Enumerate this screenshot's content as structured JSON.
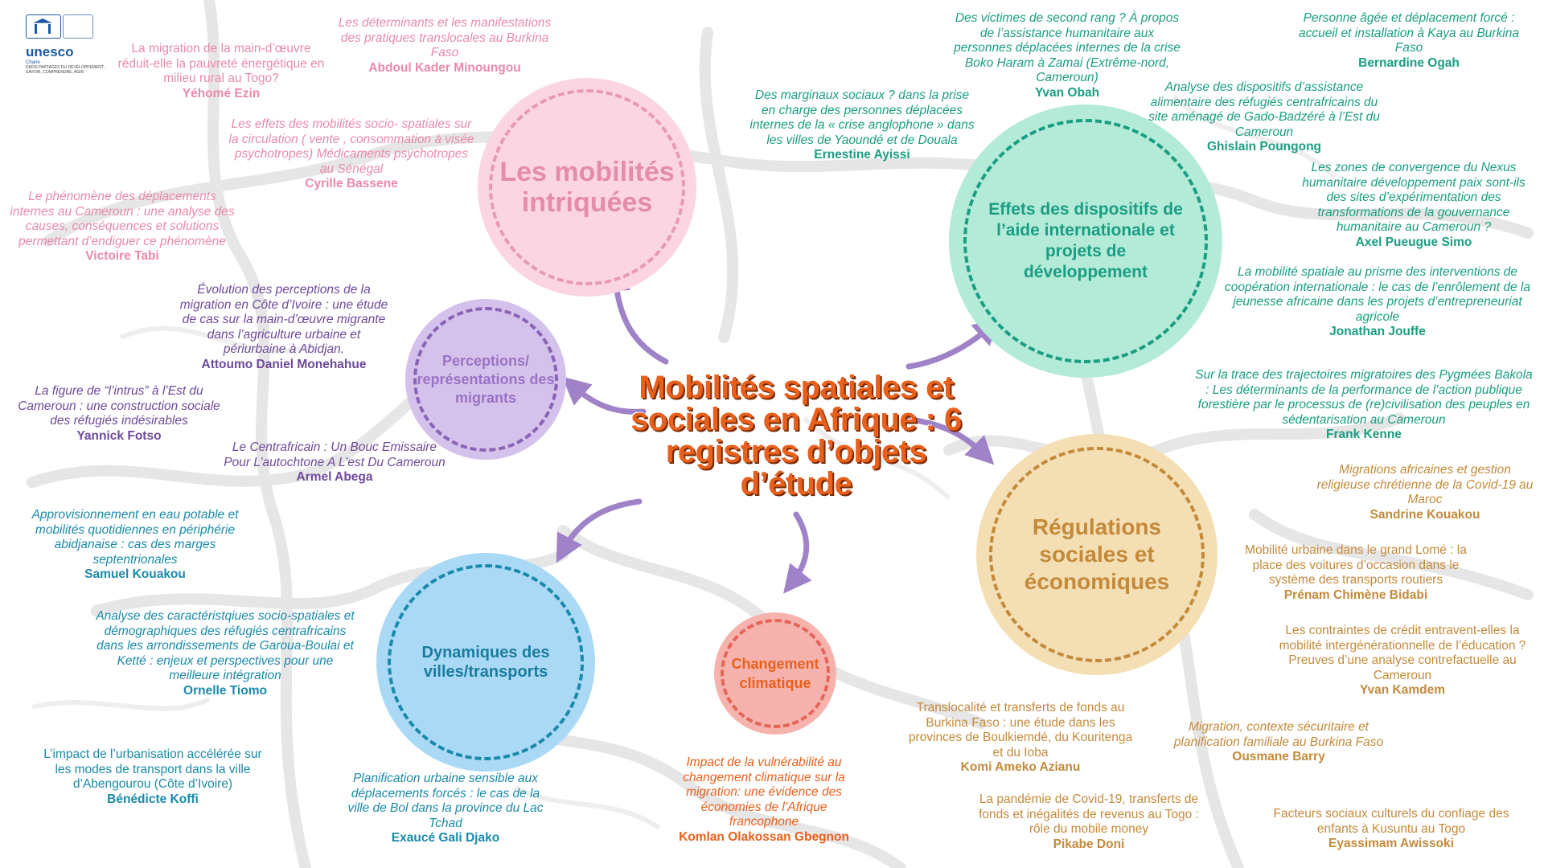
{
  "logo": {
    "org": "unesco",
    "chair": "Chaire",
    "subtitle": "DEFIS PARTAGES DU DEVELOPPEMENT : SAVOIR, COMPRENDRE, AGIR"
  },
  "title": "Mobilités spatiales et sociales en Afrique : 6 registres d’objets d’étude",
  "colors": {
    "pink": "#e98aaa",
    "purple": "#8a63b5",
    "teal": "#1a9e82",
    "blue": "#1a8aaa",
    "orange": "#e8601c",
    "tan": "#c48a3a",
    "arrow": "#9f82c8"
  },
  "themes": {
    "mobilites": "Les mobilités intriquées",
    "perceptions": "Perceptions/ représentations des migrants",
    "aide": "Effets des dispositifs de l’aide internationale et projets de développement",
    "regulations": "Régulations sociales et économiques",
    "climat": "Changement climatique",
    "villes": "Dynamiques des villes/transports"
  },
  "entries": [
    {
      "title": "La migration de la main-d’œuvre réduit-elle la pauvreté énergétique en milieu rural au Togo?",
      "author": "Yéhomé Ezin"
    },
    {
      "title": "Les déterminants et les manifestations des pratiques translocales au Burkina Faso",
      "author": "Abdoul Kader Minoungou"
    },
    {
      "title": "Les effets des mobilités socio- spatiales sur la circulation ( vente , consommation à visée psychotropes) Médicaments psychotropes au Sénégal",
      "author": "Cyrille Bassene"
    },
    {
      "title": "Le phénomène des déplacements internes au Cameroun : une analyse des causes, conséquences et solutions permettant d’endiguer ce phénomène",
      "author": "Victoire Tabi"
    },
    {
      "title": "Évolution des perceptions de la migration en Côte d’Ivoire : une étude de cas sur la main-d’œuvre migrante dans l’agriculture urbaine et périurbaine à Abidjan.",
      "author": "Attoumo Daniel Monehahue"
    },
    {
      "title": "La figure de “l’intrus” à l’Est du Cameroun : une construction sociale des réfugiés indésirables",
      "author": "Yannick Fotso"
    },
    {
      "title": "Le Centrafricain : Un Bouc Emissaire Pour L’autochtone A L’est Du Cameroun",
      "author": "Armel Abega"
    },
    {
      "title": "Des marginaux sociaux ? dans la prise en charge des personnes déplacées internes de la « crise anglophone » dans les villes de Yaoundé et de Douala",
      "author": "Ernestine Ayissi"
    },
    {
      "title": "Des victimes de second rang ? À propos de l’assistance humanitaire aux personnes déplacées internes de la crise Boko Haram à Zamai (Extrême-nord, Cameroun)",
      "author": "Yvan Obah"
    },
    {
      "title": "Personne âgée et déplacement forcé : accueil et installation à Kaya au Burkina Faso",
      "author": "Bernardine Ogah"
    },
    {
      "title": "Analyse des dispositifs d’assistance alimentaire des réfugiés centrafricains du site aménagé de Gado-Badzéré à l’Est du Cameroun",
      "author": "Ghislain Poungong"
    },
    {
      "title": "Les zones de convergence du Nexus humanitaire développement paix sont-ils des sites d’expérimentation des transformations de la gouvernance humanitaire au Cameroun ?",
      "author": "Axel Pueugue Simo"
    },
    {
      "title": "La mobilité spatiale au prisme des interventions de coopération internationale : le cas de l’enrôlement de la jeunesse africaine dans les projets d’entrepreneuriat agricole",
      "author": "Jonathan Jouffe"
    },
    {
      "title": "Sur la trace des trajectoires migratoires des Pygmées Bakola : Les déterminants de la performance de l’action publique forestière par le processus de (re)civilisation des peuples en sédentarisation au Cameroun",
      "author": "Frank Kenne"
    },
    {
      "title": "Migrations africaines et gestion religieuse chrétienne de la Covid-19 au Maroc",
      "author": "Sandrine Kouakou"
    },
    {
      "title": "Mobilité urbaine dans le grand Lomé : la place des voitures d’occasion dans le système des transports routiers",
      "author": "Prénam Chimène Bidabi"
    },
    {
      "title": "Les contraintes de crédit entravent-elles la mobilité intergénérationnelle de l’éducation ? Preuves d’une analyse contrefactuelle au Cameroun",
      "author": "Yvan Kamdem"
    },
    {
      "title": "Translocalité et transferts de fonds au Burkina Faso : une étude dans les provinces de Boulkiemdé, du Kouritenga et du Ioba",
      "author": "Komi Ameko Azianu"
    },
    {
      "title": "Migration, contexte sécuritaire et planification familiale au Burkina Faso",
      "author": "Ousmane Barry"
    },
    {
      "title": "La pandémie de Covid-19, transferts de fonds et inégalités de revenus au Togo : rôle du mobile money",
      "author": "Pikabe Doni"
    },
    {
      "title": "Facteurs sociaux culturels du confiage des enfants à Kusuntu au Togo",
      "author": "Eyassimam Awissoki"
    },
    {
      "title": "Impact de la vulnérabilité au changement climatique sur la migration: une évidence des économies de l’Afrique francophone",
      "author": "Komlan Olakossan Gbegnon"
    },
    {
      "title": "Planification urbaine sensible aux déplacements forcés : le cas de la ville de Bol dans la province du Lac Tchad",
      "author": "Exaucé Gali Djako"
    },
    {
      "title": "L’impact de l’urbanisation accélérée sur les modes de transport dans la ville d’Abengourou (Côte d’Ivoire)",
      "author": "Bénédicte Koffi"
    },
    {
      "title": "Analyse des caractéristqiues socio-spatiales et démographiques des réfugiés centrafricains dans les arrondissements de Garoua-Boulai et Ketté : enjeux et perspectives pour une meilleure intégration",
      "author": "Ornelle Tiomo"
    },
    {
      "title": "Approvisionnement en eau potable et mobilités quotidiennes en périphérie abidjanaise : cas des marges septentrionales",
      "author": "Samuel Kouakou"
    }
  ]
}
